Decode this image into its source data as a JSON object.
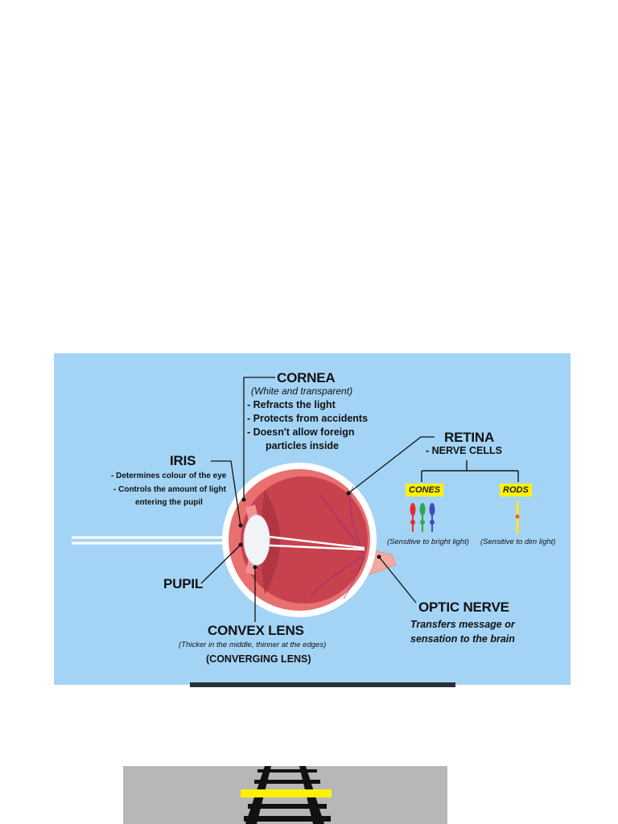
{
  "cornea": {
    "title": "CORNEA",
    "subtitle": "(White and transparent)",
    "points": [
      "- Refracts the light",
      "- Protects from accidents",
      "- Doesn't allow foreign",
      "particles inside"
    ]
  },
  "iris": {
    "title": "IRIS",
    "points": [
      "- Determines colour of the eye",
      "- Controls the amount of light",
      "entering the pupil"
    ]
  },
  "pupil": {
    "title": "PUPIL"
  },
  "lens": {
    "title": "CONVEX LENS",
    "note": "(Thicker in the middle, thinner at the edges)",
    "alt": "(CONVERGING LENS)"
  },
  "retina": {
    "title": "RETINA",
    "sub": "- NERVE CELLS",
    "cones": {
      "label": "CONES",
      "note": "(Sensitive to bright light)"
    },
    "rods": {
      "label": "RODS",
      "note": "(Sensitive to dim light)"
    }
  },
  "optic_nerve": {
    "title": "OPTIC NERVE",
    "desc": [
      "Transfers message or",
      "sensation to the brain"
    ]
  },
  "colors": {
    "background": "#a4d4f5",
    "sclera": "#ffffff",
    "choroid": "#e8706f",
    "vitreous": "#c8414f",
    "cornea": "#7ec1ea",
    "lens": "#f2f3f5",
    "label_tag": "#fff200",
    "track_panel": "#b7b7b7"
  }
}
